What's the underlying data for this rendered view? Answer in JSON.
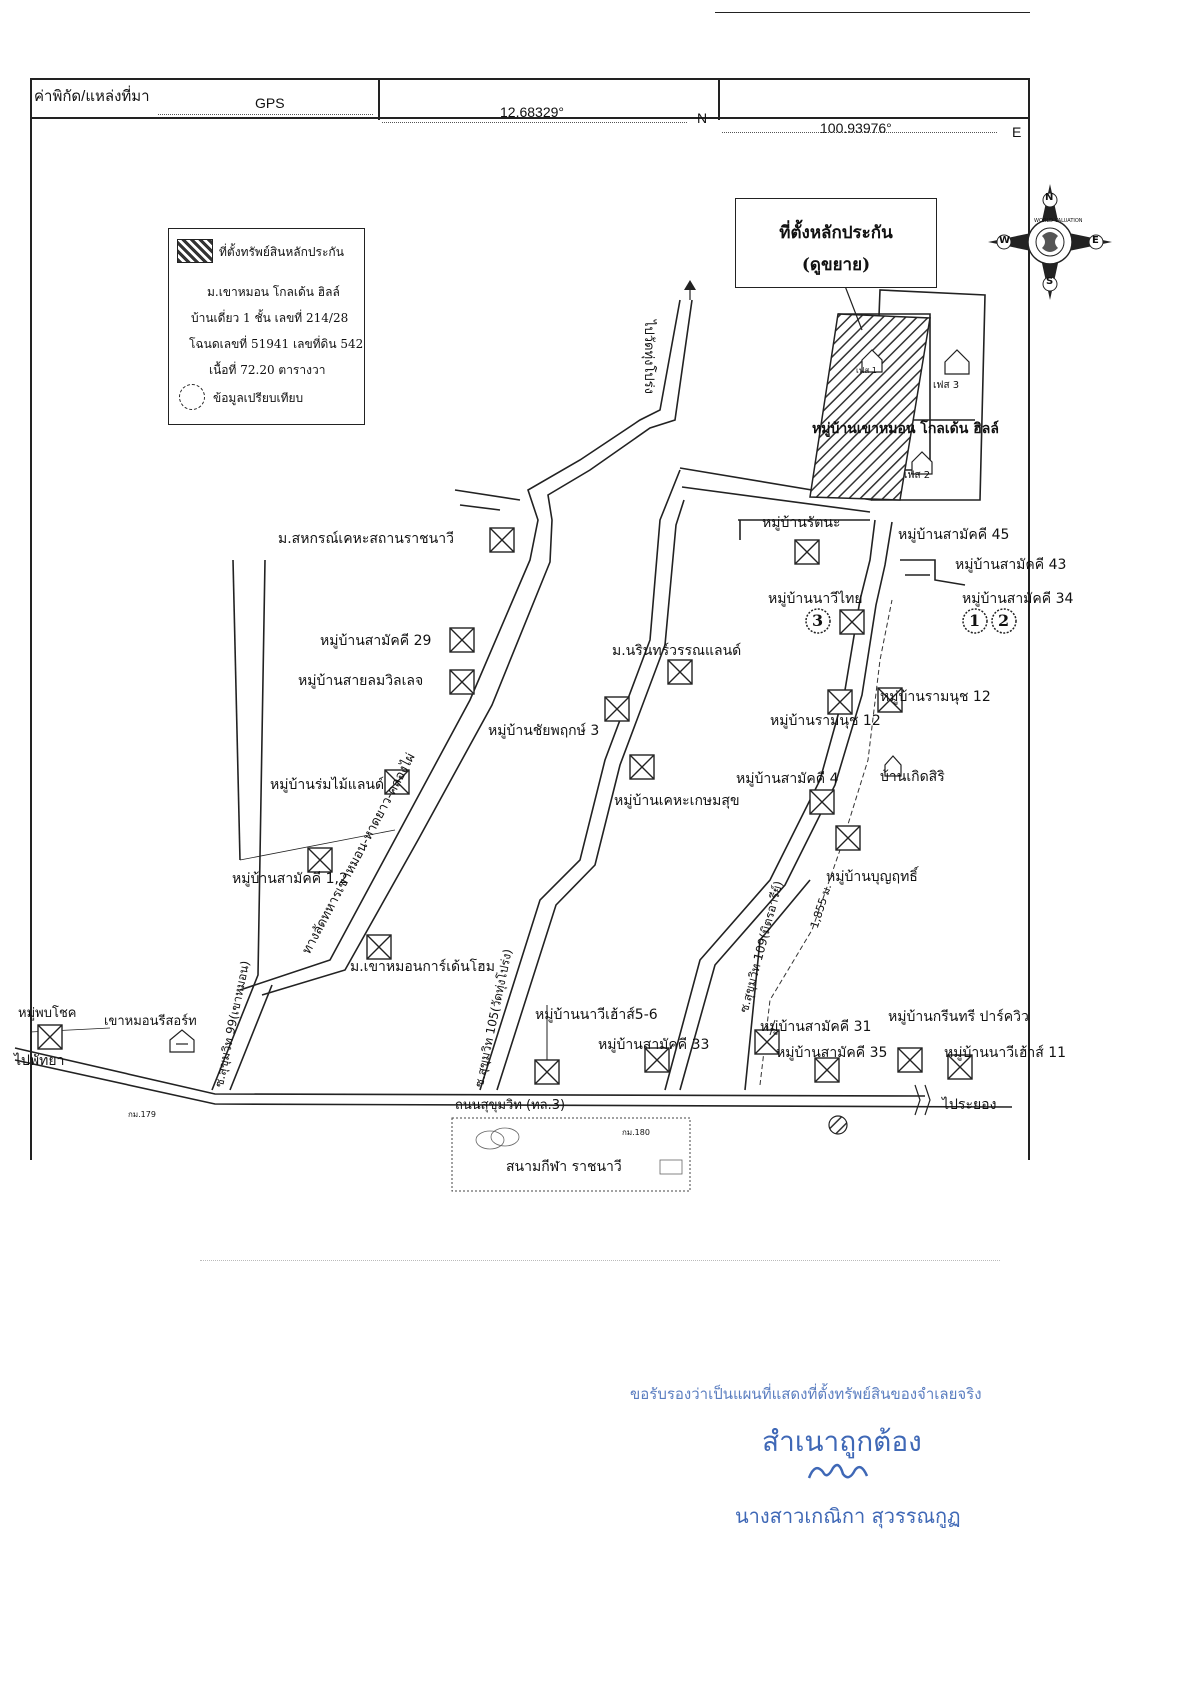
{
  "header": {
    "coord_label": "ค่าพิกัด/แหล่งที่มา",
    "source": "GPS",
    "latitude": "12.68329°",
    "lat_dir": "N",
    "longitude": "100.93976°",
    "lon_dir": "E"
  },
  "legend": {
    "title": "ที่ตั้งทรัพย์สินหลักประกัน",
    "line1": "ม.เขาหมอน โกลเด้น ฮิลล์",
    "line2": "บ้านเดี่ยว 1 ชั้น เลขที่ 214/28",
    "line3": "โฉนดเลขที่ 51941 เลขที่ดิน 542",
    "line4": "เนื้อที่ 72.20 ตารางวา",
    "comparison": "ข้อมูลเปรียบเทียบ"
  },
  "callout": {
    "title": "ที่ตั้งหลักประกัน",
    "subtitle": "(ดูขยาย)"
  },
  "compass": {
    "n": "N",
    "s": "S",
    "e": "E",
    "w": "W",
    "badge": "WORLD VALUATION"
  },
  "labels": {
    "phase1": "เฟส 1",
    "phase2": "เฟส 2",
    "phase3": "เฟส 3",
    "golden_hills": "หมู่บ้านเขาหมอน โกลเด้น ฮิลล์",
    "to_wat_thung": "ไปวัดทุ่งโปร่ง",
    "sahakorn": "ม.สหกรณ์เคหะสถานราชนาวี",
    "samakkhi29": "หมู่บ้านสามัคคี 29",
    "sailom": "หมู่บ้านสายลมวิลเลจ",
    "romnai": "หมู่บ้านร่มไม้แลนด์",
    "samakkhi12": "หมู่บ้านสามัคคี 1,2",
    "khaomon_garden": "ม.เขาหมอนการ์เด้นโฮม",
    "shortcut_road": "ทางลัดทหารเขาหมอน-หาดยาว-คลองไผ่",
    "soi99": "ซ.สุขุมวิท 99(เขาหมอน)",
    "soi105": "ซ.สุขุมวิท 105(วัดทุ่งโปร่ง)",
    "soi109": "ซ.สุขุมวิท 109(มิตรอารีย์)",
    "distance": "1,855 ม.",
    "phobchok": "หมู่พบโชค",
    "khaomon_resort": "เขาหมอนรีสอร์ท",
    "to_pattaya": "ไปพัทยา",
    "km179": "กม.179",
    "km180": "กม.180",
    "sukhumvit": "ถนนสุขุมวิท (ทล.3)",
    "to_rayong": "ไประยอง",
    "stadium": "สนามกีฬา ราชนาวี",
    "narin": "ม.นรินทร์วรรณแลนด์",
    "chaiyaphruek": "หมู่บ้านชัยพฤกษ์ 3",
    "kheha": "หมู่บ้านเคหะเกษมสุข",
    "rattana": "หมู่บ้านรัตนะ",
    "naweethai": "หมู่บ้านนาวีไทย",
    "ramanut12a": "หมู่บ้านรามนุช 12",
    "ramanut12b": "หมู่บ้านรามนุช 12",
    "kerdsiri": "บ้านเกิดสิริ",
    "samakkhi4": "หมู่บ้านสามัคคี 4",
    "boonruthi": "หมู่บ้านบุญฤทธิ์",
    "samakkhi45": "หมู่บ้านสามัคคี 45",
    "samakkhi43": "หมู่บ้านสามัคคี 43",
    "samakkhi34": "หมู่บ้านสามัคคี 34",
    "navyhouse56": "หมู่บ้านนาวีเฮ้าส์5-6",
    "samakkhi33": "หมู่บ้านสามัคคี 33",
    "samakkhi31": "หมู่บ้านสามัคคี 31",
    "greentree": "หมู่บ้านกรีนทรี ปาร์ควิว",
    "samakkhi35": "หมู่บ้านสามัคคี 35",
    "navyhouse11": "หมู่บ้านนาวีเฮ้าส์ 11"
  },
  "markers": {
    "m1": "1",
    "m2": "2",
    "m3": "3"
  },
  "stamp": {
    "certify": "ขอรับรองว่าเป็นแผนที่แสดงที่ตั้งทรัพย์สินของจำเลยจริง",
    "certified_copy": "สำเนาถูกต้อง",
    "name": "นางสาวเกณิกา สุวรรณกูฏ"
  },
  "colors": {
    "stamp_blue": "#3f68b6",
    "ink": "#222222"
  }
}
